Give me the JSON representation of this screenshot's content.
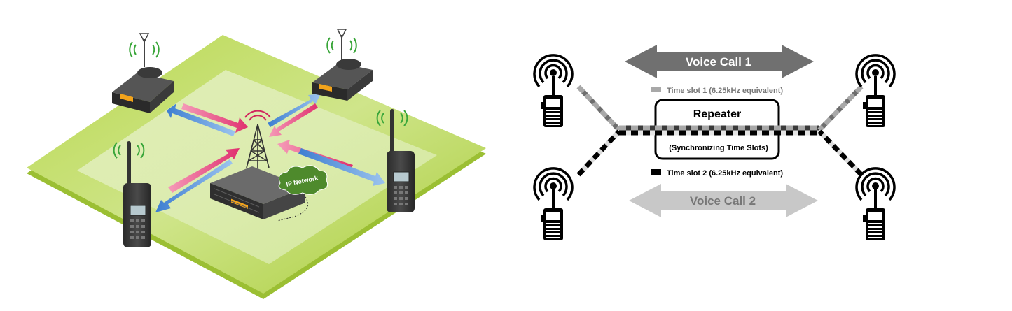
{
  "left_diagram": {
    "ip_network_label": "IP Network"
  },
  "right_diagram": {
    "voice_call_1_label": "Voice Call 1",
    "voice_call_2_label": "Voice Call 2",
    "time_slot_1_label": "Time slot 1 (6.25kHz equivalent)",
    "time_slot_2_label": "Time slot 2 (6.25kHz equivalent)",
    "repeater_label": "Repeater",
    "repeater_sublabel": "(Synchronizing Time Slots)",
    "colors": {
      "voice_call_1": "#707070",
      "voice_call_2": "#c8c8c8",
      "time_slot_1": "#a8a8a8",
      "time_slot_2": "#000000"
    }
  }
}
